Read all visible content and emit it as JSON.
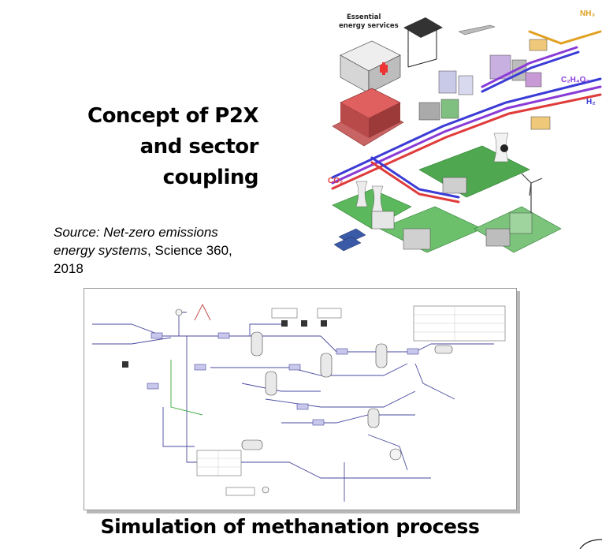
{
  "slide": {
    "title_lines": [
      "Concept of P2X",
      "and sector",
      "coupling"
    ],
    "source_prefix": "Source: Net-zero emissions",
    "source_italic": "energy systems",
    "source_suffix": ", Science 360,",
    "source_year": "2018",
    "caption": "Simulation of methanation process"
  },
  "illustration": {
    "header": [
      "Essential",
      "energy services"
    ],
    "chem_labels": {
      "nh3": "NH₃",
      "c2h4o2": "C₂H₄O₂",
      "h2": "H₂",
      "co2": "CO₂"
    },
    "colors": {
      "h2_pipe": "#3b3bd6",
      "co2_pipe": "#e03b3b",
      "nh3_pipe": "#e0a020",
      "ch_pipe": "#8a3bd6",
      "ground": "#4fa84f",
      "building": "#d8d8d8"
    }
  }
}
